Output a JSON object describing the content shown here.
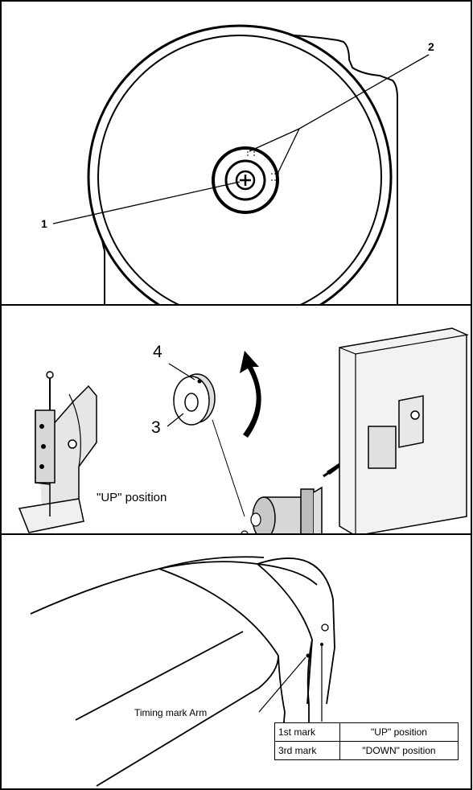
{
  "panel1": {
    "callout_1": "1",
    "callout_2": "2"
  },
  "panel2": {
    "callout_3": "3",
    "callout_4": "4",
    "up_position_label": "\"UP\" position"
  },
  "panel3": {
    "timing_mark_label": "Timing mark Arm",
    "marks_table": [
      {
        "mark": "1st mark",
        "position": "\"UP\" position"
      },
      {
        "mark": "3rd mark",
        "position": "\"DOWN\" position"
      }
    ]
  }
}
